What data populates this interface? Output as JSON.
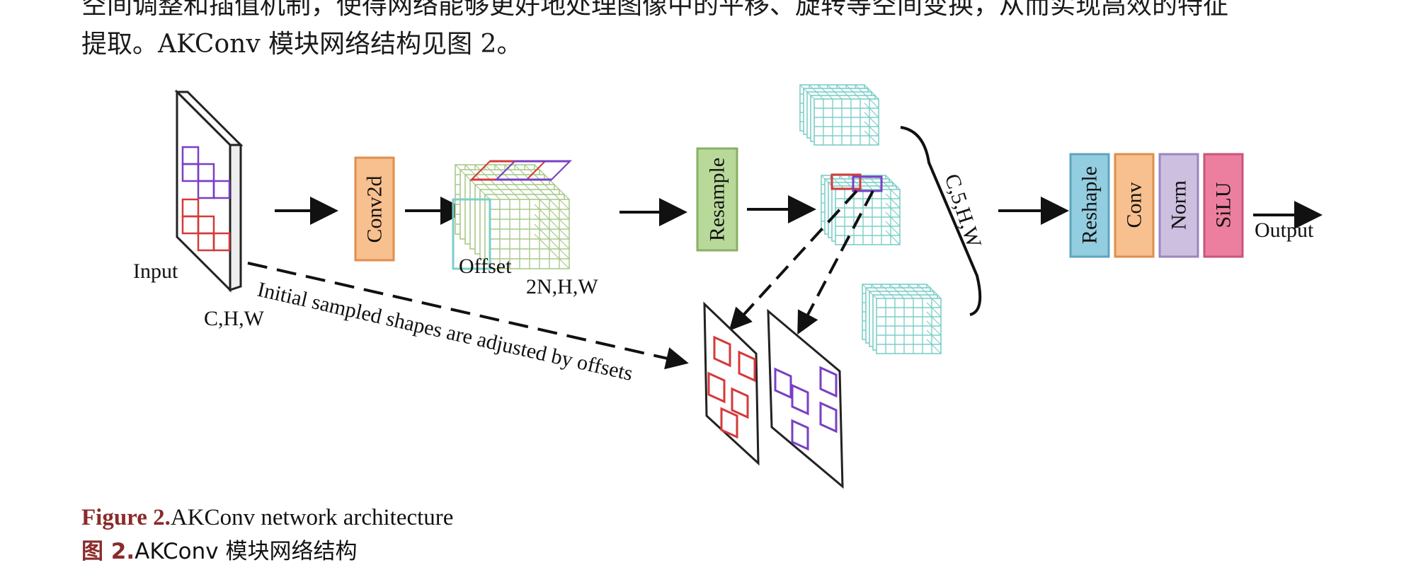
{
  "body_text": {
    "line1": "空间调整和插值机制，使得网络能够更好地处理图像中的平移、旋转等空间变换，从而实现高效的特征",
    "line2": "提取。AKConv 模块网络结构见图 2。"
  },
  "figure": {
    "input_label": "Input",
    "input_dims": "C,H,W",
    "conv2d_label": "Conv2d",
    "offset_label": "Offset",
    "offset_dims": "2N,H,W",
    "resample_label": "Resample",
    "resampled_dims": "C,5,H,W",
    "dashed_note": "Initial sampled shapes are adjusted by offsets",
    "reshape_label": "Reshaple",
    "conv_label": "Conv",
    "norm_label": "Norm",
    "silu_label": "SiLU",
    "output_label": "Output",
    "colors": {
      "conv2d": "#f8c08e",
      "resample": "#b9d99a",
      "reshape": "#93cde0",
      "conv": "#f8c08e",
      "norm": "#cdbfe0",
      "silu": "#ec7fa0",
      "grid_green": "#a9c98a",
      "grid_teal": "#7ccfc8",
      "shape_red": "#d43a3a",
      "shape_purple": "#7a3fc4"
    }
  },
  "caption": {
    "en_label": "Figure 2.",
    "en_text": "AKConv network architecture",
    "zh_label": "图 2.",
    "zh_text": "AKConv 模块网络结构"
  }
}
